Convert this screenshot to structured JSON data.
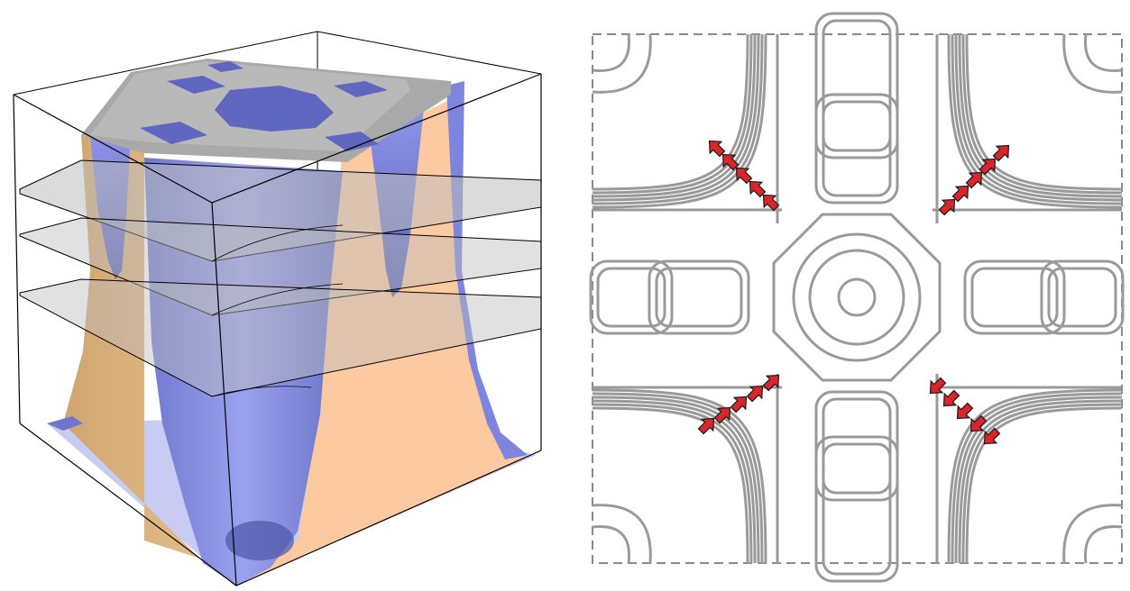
{
  "figure": {
    "left_panel": {
      "kind": "3d-isosurface-in-box",
      "slice_planes": 3,
      "colors": {
        "surface_outer": "#8b93e6",
        "surface_outer_dark": "#5a62b8",
        "cut_face_left": "#d9b07c",
        "cut_face_right": "#fcc9a0",
        "top_cap": "#b8b8b8",
        "slice_plane": "#c9c9c9",
        "box_edge": "#000000"
      }
    },
    "right_panel": {
      "kind": "contour-map",
      "border_style": "dashed",
      "colors": {
        "contour": "#9a9a9a",
        "border": "#8a8a8a",
        "arrow_fill": "#d8262b",
        "arrow_stroke": "#1a1a1a"
      },
      "arrows_per_corner": 5
    }
  }
}
